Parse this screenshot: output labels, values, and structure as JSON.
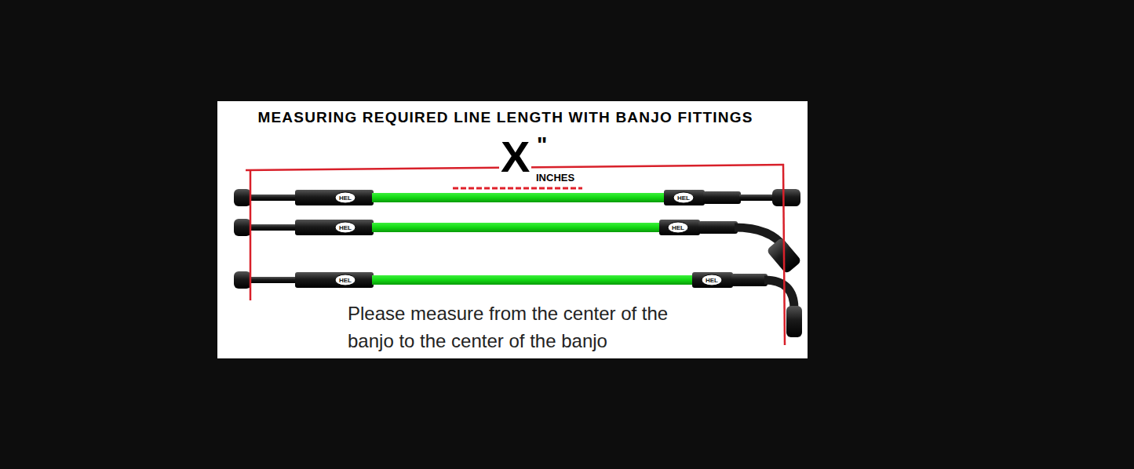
{
  "diagram": {
    "title": "MEASURING REQUIRED LINE LENGTH WITH BANJO FITTINGS",
    "labels": [
      "X",
      "\"",
      "INCHES",
      "HEL",
      "HEL",
      "HEL",
      "HEL",
      "HEL",
      "HEL",
      "Please measure from the center of the banjo to the center of the banjo"
    ]
  }
}
